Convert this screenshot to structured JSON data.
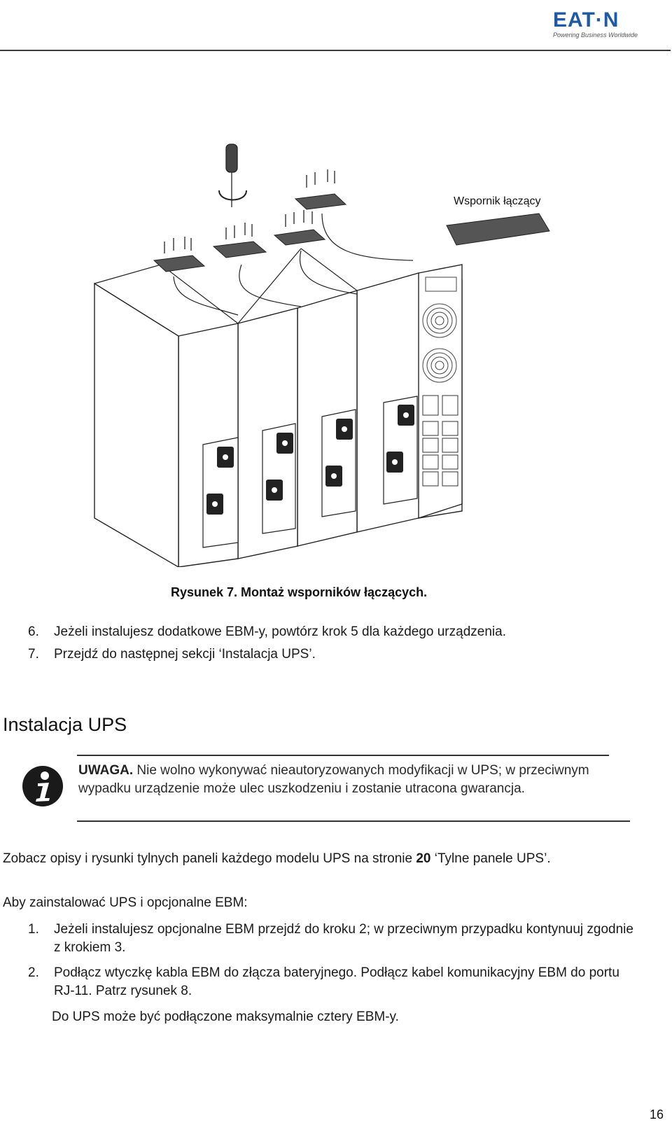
{
  "header": {
    "brand_name": "EAT·N",
    "brand_tagline": "Powering Business Worldwide"
  },
  "figure": {
    "label": "Wspornik łączący",
    "caption": "Rysunek 7. Montaż wsporników łączących."
  },
  "steps_a": [
    {
      "num": "6.",
      "text": "Jeżeli instalujesz dodatkowe EBM-y, powtórz krok 5 dla każdego urządzenia."
    },
    {
      "num": "7.",
      "text": "Przejdź do następnej sekcji ‘Instalacja UPS’."
    }
  ],
  "section": {
    "title": "Instalacja UPS"
  },
  "note": {
    "lead": "UWAGA.",
    "text": " Nie wolno wykonywać nieautoryzowanych modyfikacji w UPS; w przeciwnym wypadku urządzenie może ulec uszkodzeniu i zostanie utracona gwarancja."
  },
  "para1": {
    "before": "Zobacz opisy i rysunki tylnych paneli każdego modelu UPS na stronie ",
    "page_ref": "20",
    "after": " ‘Tylne panele UPS’."
  },
  "para2": "Aby zainstalować UPS i opcjonalne EBM:",
  "steps_b": [
    {
      "num": "1.",
      "text": "Jeżeli instalujesz opcjonalne EBM przejdź do kroku 2; w przeciwnym przypadku kontynuuj zgodnie z krokiem 3."
    },
    {
      "num": "2.",
      "text": "Podłącz wtyczkę kabla EBM do złącza bateryjnego. Podłącz kabel komunikacyjny EBM do portu RJ-11. Patrz rysunek 8."
    }
  ],
  "note2": "Do UPS może być podłączone maksymalnie cztery EBM-y.",
  "page_number": "16",
  "colors": {
    "brand_blue": "#1f5aa6",
    "rule": "#333333"
  }
}
